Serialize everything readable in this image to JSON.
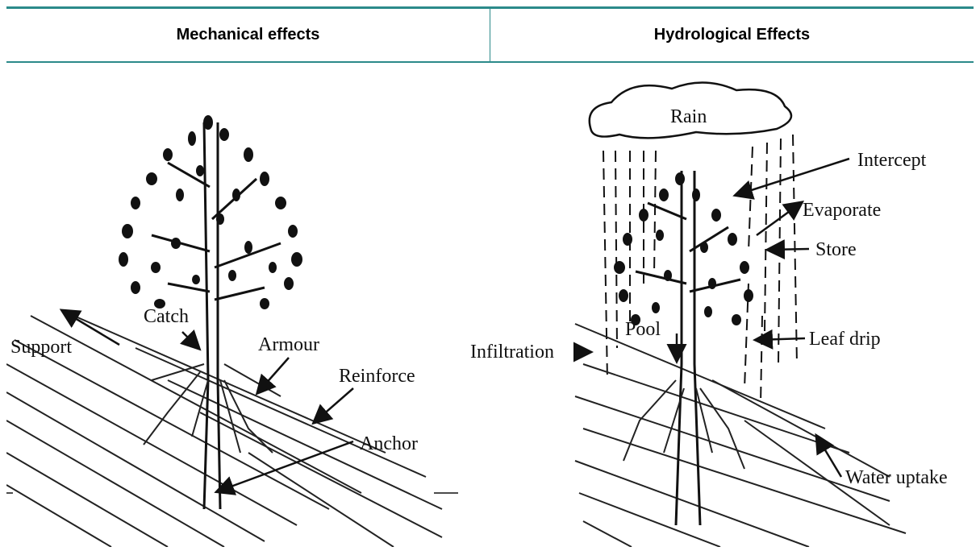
{
  "header": {
    "left_title": "Mechanical effects",
    "right_title": "Hydrological Effects"
  },
  "mechanical": {
    "labels": {
      "catch": "Catch",
      "support": "Support",
      "armour": "Armour",
      "reinforce": "Reinforce",
      "anchor": "Anchor"
    }
  },
  "hydrological": {
    "labels": {
      "rain": "Rain",
      "intercept": "Intercept",
      "evaporate": "Evaporate",
      "store": "Store",
      "pool": "Pool",
      "infiltration": "Infiltration",
      "leaf_drip": "Leaf drip",
      "water_uptake": "Water uptake"
    }
  }
}
